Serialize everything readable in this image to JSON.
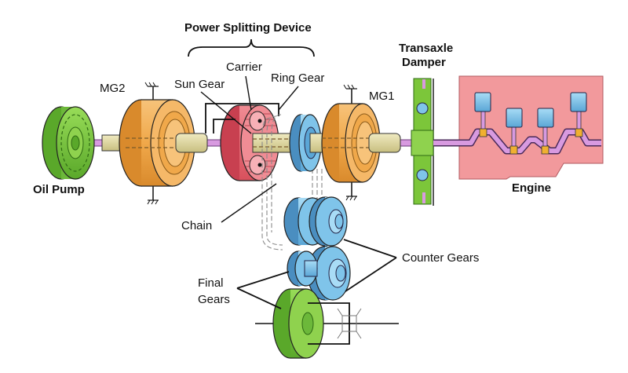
{
  "title": "Power Splitting Device",
  "labels": {
    "power_splitting_device": "Power Splitting Device",
    "carrier": "Carrier",
    "sun_gear": "Sun Gear",
    "ring_gear": "Ring Gear",
    "mg2": "MG2",
    "mg1": "MG1",
    "transaxle_line1": "Transaxle",
    "transaxle_line2": "Damper",
    "oil_pump": "Oil Pump",
    "engine": "Engine",
    "chain": "Chain",
    "counter_gears": "Counter Gears",
    "final_line1": "Final",
    "final_line2": "Gears"
  },
  "components": [
    {
      "name": "Oil Pump",
      "color": "#7cc63a"
    },
    {
      "name": "MG2",
      "color": "#f0a84a"
    },
    {
      "name": "Power Splitting Device",
      "color": "#e8707a"
    },
    {
      "name": "Ring Gear",
      "color": "#7fc4ea"
    },
    {
      "name": "MG1",
      "color": "#f0a84a"
    },
    {
      "name": "Transaxle Damper",
      "color": "#7cc63a"
    },
    {
      "name": "Engine",
      "color": "#f2999c"
    },
    {
      "name": "Counter Gears",
      "color": "#7fc4ea"
    },
    {
      "name": "Final Gears",
      "color": "#7cc63a"
    }
  ],
  "colors": {
    "shaft": "#d89ae0",
    "hollow_shaft": "#e6dfa8",
    "piston": "#7fc4ea",
    "crank_pin": "#f0b030"
  }
}
